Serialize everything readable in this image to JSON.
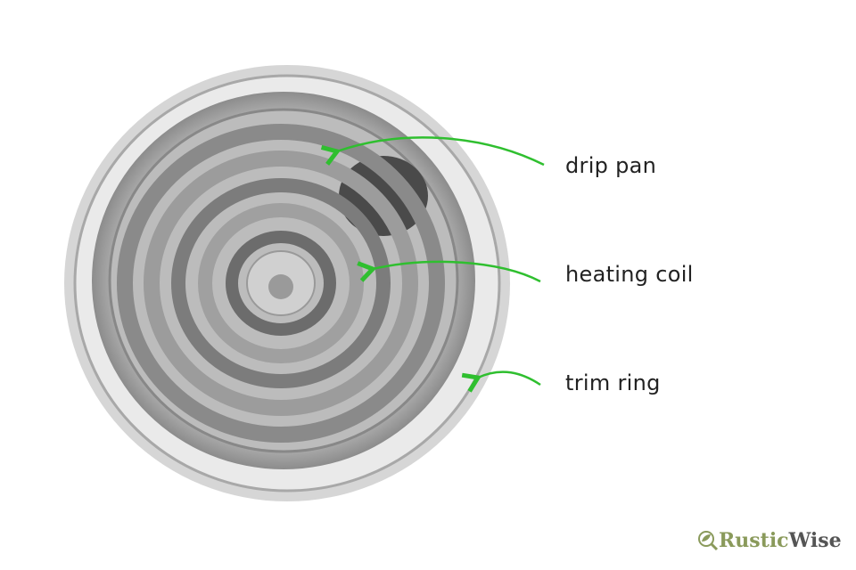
{
  "labels": {
    "drip_pan": "drip pan",
    "heating_coil": "heating coil",
    "trim_ring": "trim ring"
  },
  "arrow_color": "#2fbf2f",
  "logo": {
    "part1": "Rustic",
    "part2": "Wise",
    "icon": "magnifier-leaf-icon"
  }
}
